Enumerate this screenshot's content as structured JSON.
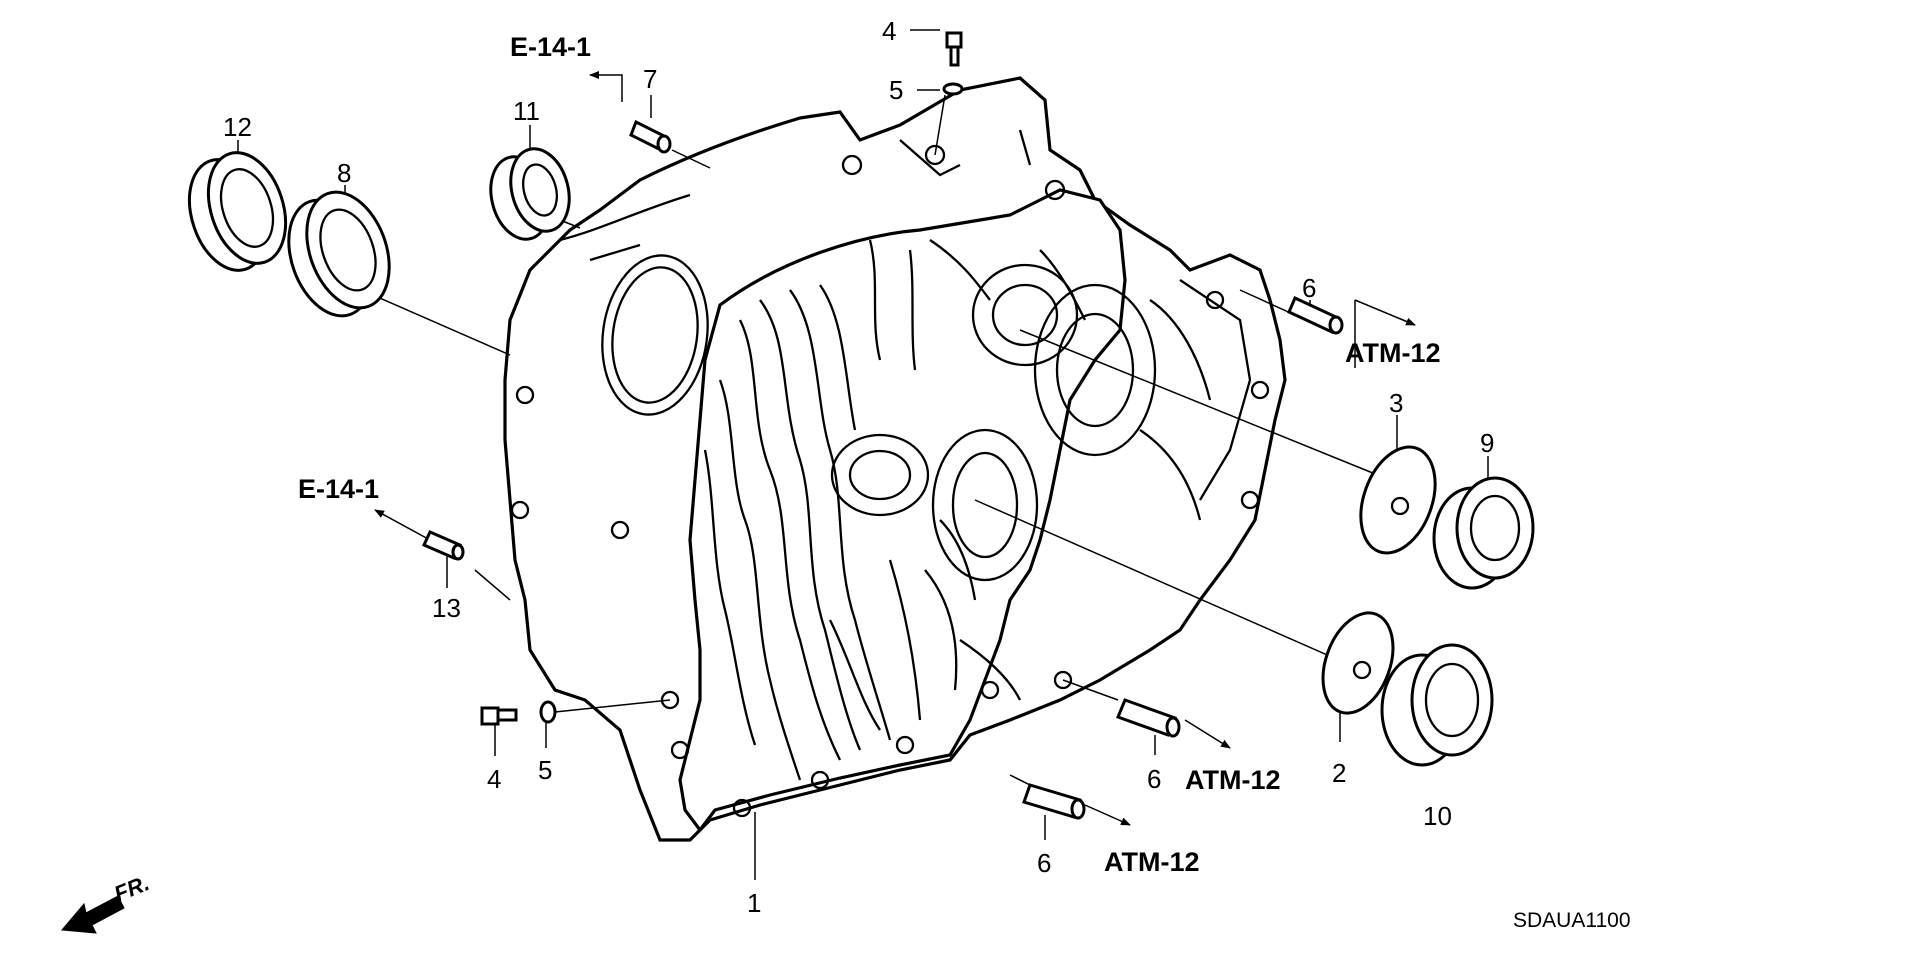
{
  "callouts": [
    "1",
    "2",
    "3",
    "4",
    "4",
    "5",
    "5",
    "6",
    "6",
    "6",
    "7",
    "8",
    "9",
    "10",
    "11",
    "12",
    "13"
  ],
  "references": {
    "e14_top": "E-14-1",
    "e14_left": "E-14-1",
    "atm_top": "ATM-12",
    "atm_mid": "ATM-12",
    "atm_bottom": "ATM-12"
  },
  "front_label": "FR.",
  "drawing_code": "SDAUA1100"
}
